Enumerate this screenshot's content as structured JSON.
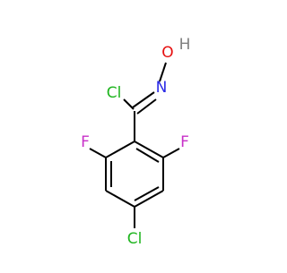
{
  "molecule": {
    "atoms": {
      "chlorine_top": {
        "label": "Cl",
        "color": "#1fb51f"
      },
      "nitrogen": {
        "label": "N",
        "color": "#2a2ae6"
      },
      "oxygen": {
        "label": "O",
        "color": "#e61010"
      },
      "hydrogen": {
        "label": "H",
        "color": "#808080"
      },
      "fluorine_left": {
        "label": "F",
        "color": "#c830c8"
      },
      "fluorine_right": {
        "label": "F",
        "color": "#c830c8"
      },
      "chlorine_bottom": {
        "label": "Cl",
        "color": "#1fb51f"
      }
    },
    "bond_color": "#000000"
  }
}
